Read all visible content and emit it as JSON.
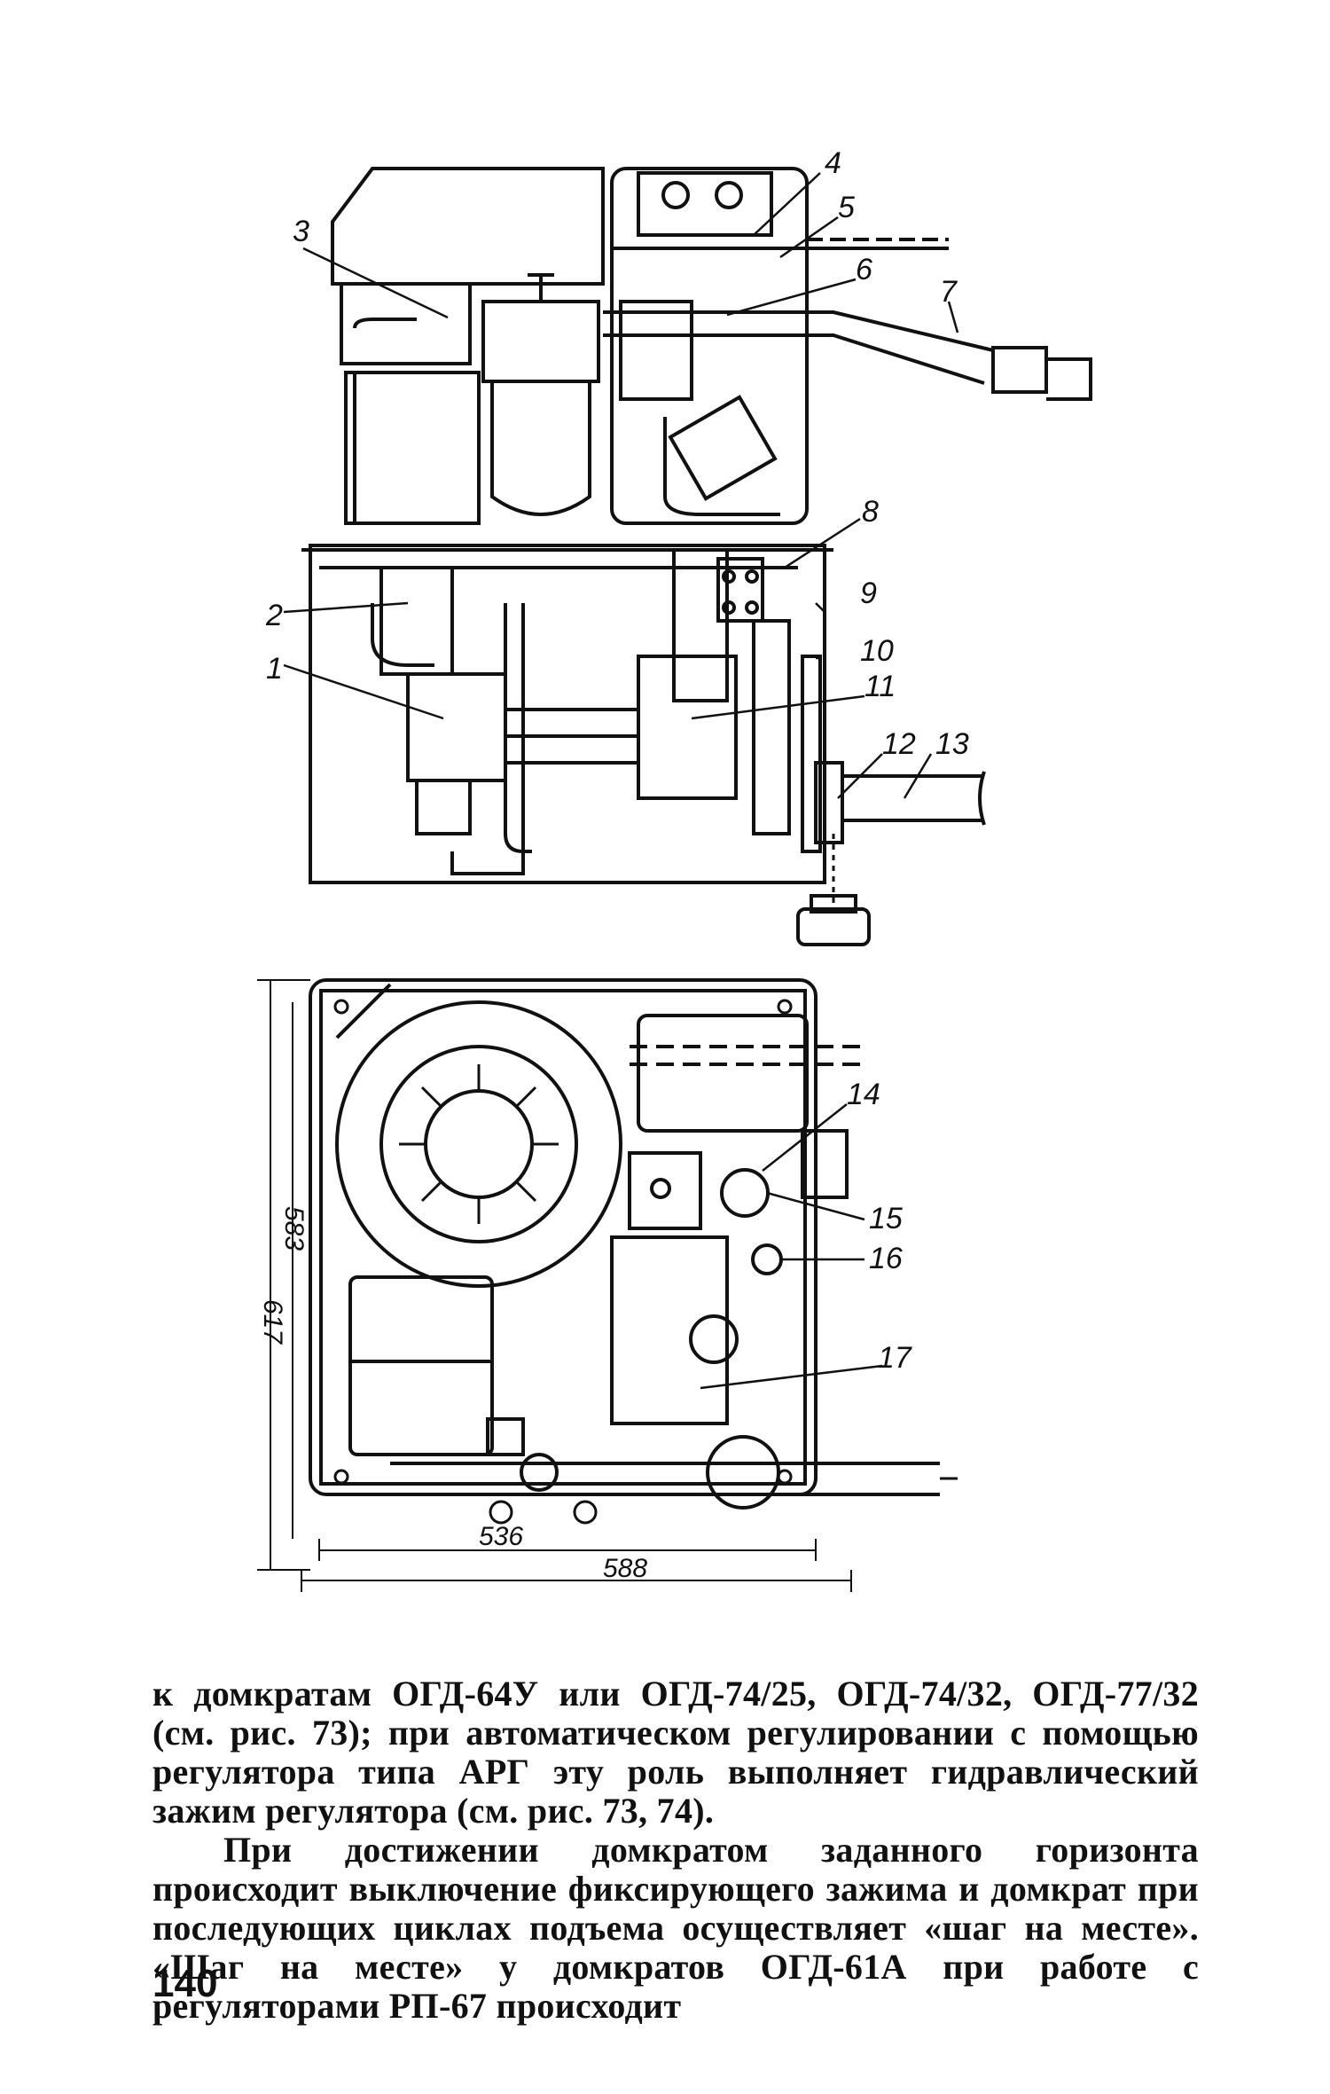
{
  "figure": {
    "callouts": [
      "1",
      "2",
      "3",
      "4",
      "5",
      "6",
      "7",
      "8",
      "9",
      "10",
      "11",
      "12",
      "13",
      "14",
      "15",
      "16",
      "17"
    ],
    "dimensions": {
      "height_total": "617",
      "height_inner": "583",
      "width_inner": "536",
      "width_total": "588"
    }
  },
  "text": {
    "paragraph_1": "к домкратам ОГД-64У или ОГД-74/25, ОГД-74/32, ОГД-77/32 (см. рис. 73); при автоматическом регулировании с помощью регулятора типа АРГ эту роль выполняет гидравлический зажим регулятора (см. рис. 73, 74).",
    "paragraph_2": "При достижении домкратом заданного горизонта происходит выключение фиксирующего зажима и домкрат при последующих циклах подъема осуществляет «шаг на месте». «Шаг на месте» у домкратов ОГД-61А при работе с регуляторами РП-67 происходит"
  },
  "page_number": "140"
}
